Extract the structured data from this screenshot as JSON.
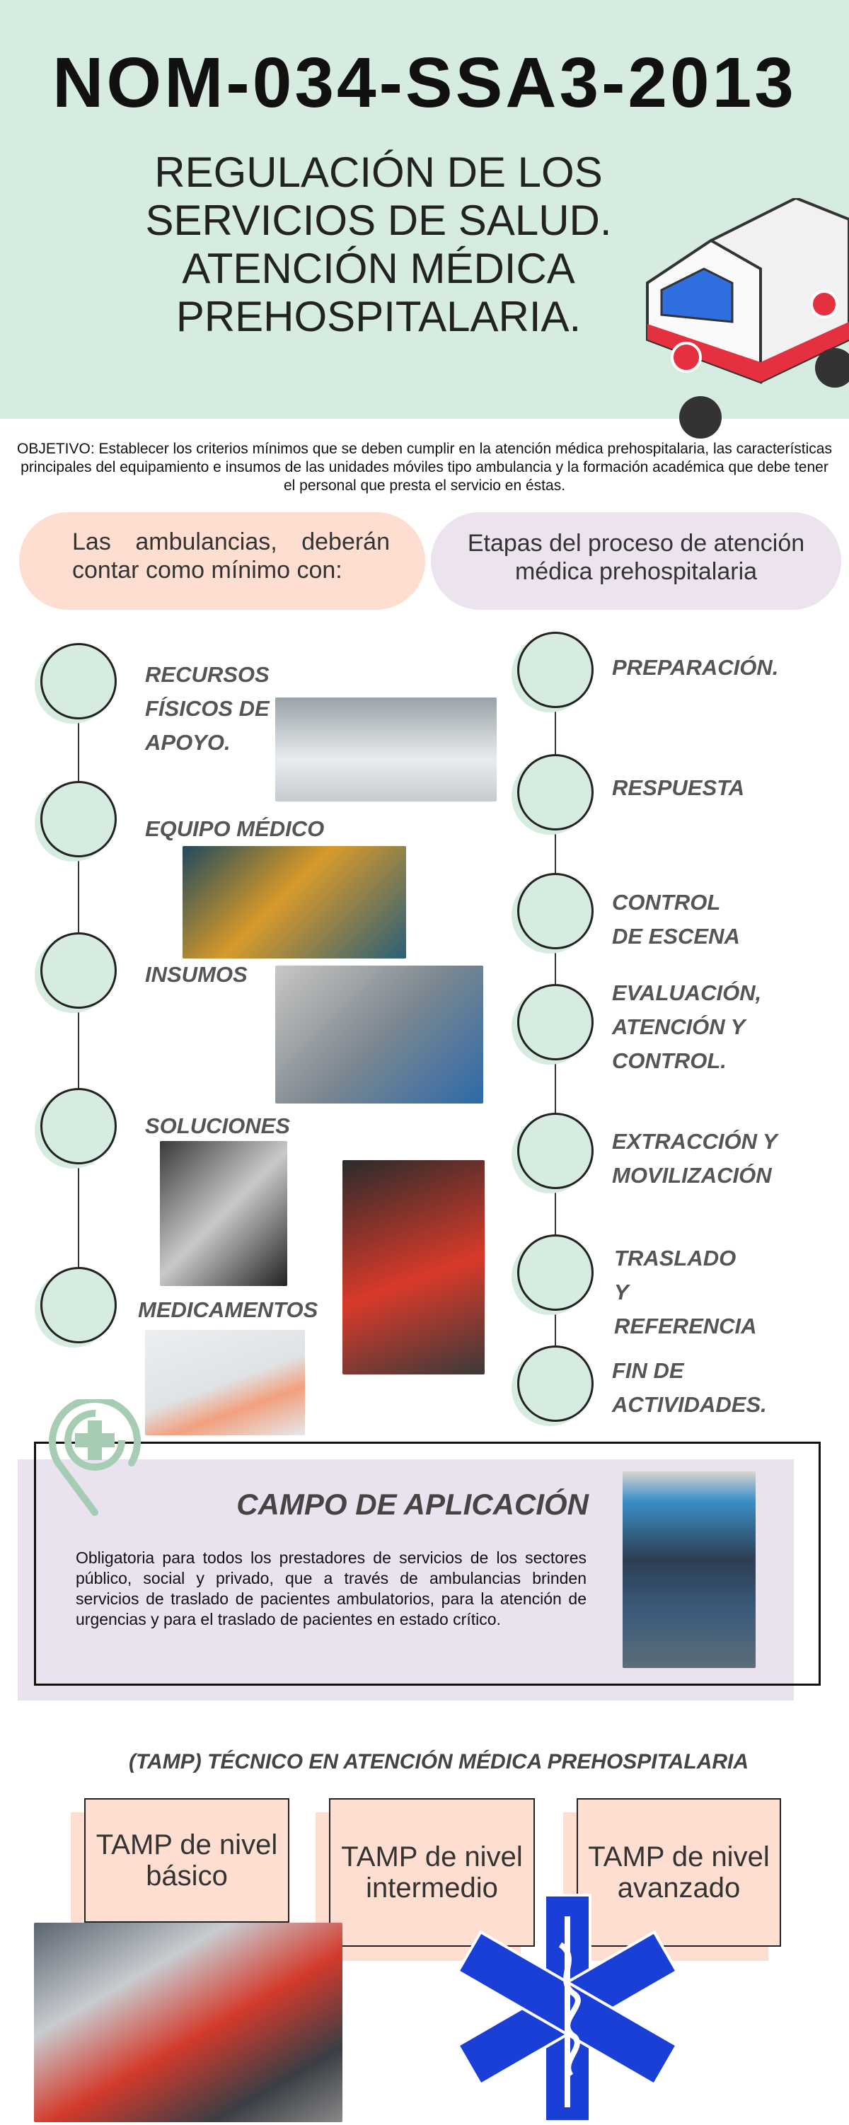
{
  "header": {
    "title": "NOM-034-SSA3-2013",
    "subtitle": "REGULACIÓN DE LOS SERVICIOS DE SALUD. ATENCIÓN MÉDICA PREHOSPITALARIA."
  },
  "objective": "OBJETIVO: Establecer los criterios mínimos que se deben cumplir en la atención médica prehospitalaria, las características principales del equipamiento e insumos de las unidades móviles tipo ambulancia y la formación académica que debe tener el personal que presta el servicio en éstas.",
  "left_pill": "Las ambulancias, deberán contar como mínimo con:",
  "right_pill": "Etapas del proceso de atención médica prehospitalaria",
  "left_items": [
    "RECURSOS FÍSICOS DE APOYO.",
    "EQUIPO MÉDICO",
    "INSUMOS",
    "SOLUCIONES",
    "MEDICAMENTOS"
  ],
  "right_items": [
    "PREPARACIÓN.",
    "RESPUESTA",
    "CONTROL DE ESCENA",
    "EVALUACIÓN, ATENCIÓN Y CONTROL.",
    "EXTRACCIÓN Y MOVILIZACIÓN",
    "TRASLADO Y REFERENCIA",
    "FIN DE ACTIVIDADES."
  ],
  "campo": {
    "title": "CAMPO DE APLICACIÓN",
    "text": "Obligatoria para todos los prestadores de servicios de los sectores público, social y privado, que a través de ambulancias brinden servicios de traslado de pacientes ambulatorios, para la atención de urgencias y para el traslado de pacientes en estado crítico."
  },
  "tamp": {
    "title": "(TAMP) TÉCNICO EN ATENCIÓN MÉDICA PREHOSPITALARIA",
    "levels": [
      "TAMP de nivel básico",
      "TAMP de nivel intermedio",
      "TAMP de nivel avanzado"
    ]
  },
  "colors": {
    "mint": "#d7ece0",
    "peach": "#fdded0",
    "lavender": "#ece3ef",
    "star_blue": "#1a3fd6"
  }
}
